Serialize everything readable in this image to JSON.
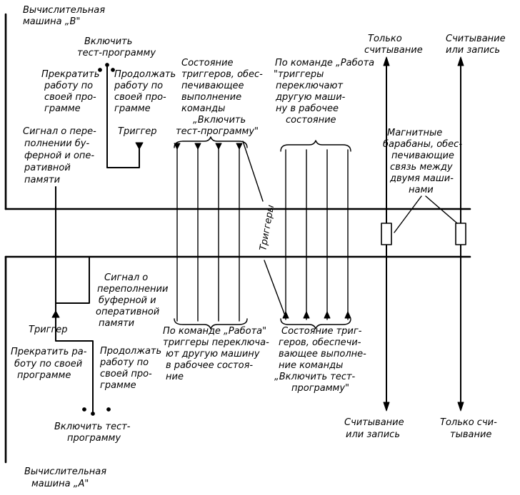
{
  "machine_b": {
    "label_line1": "Вычислительная",
    "label_line2": "машина „В\""
  },
  "machine_a": {
    "label_line1": "Вычислительная",
    "label_line2": "машина „А\""
  },
  "b_switch": {
    "enable_test": [
      "Включить",
      "тест-программу"
    ],
    "stop_own": [
      "Прекратить",
      "работу по",
      "своей про-",
      "грамме"
    ],
    "continue_own": [
      "Продолжать",
      "работу по",
      "своей про-",
      "грамме"
    ]
  },
  "b_trigger_label": "Триггер",
  "b_overflow_signal": [
    "Сигнал о пере-",
    "полнении бу-",
    "ферной и опе-",
    "ративной",
    "памяти"
  ],
  "b_trigger_states": [
    "Состояние",
    "триггеров, обес-",
    "печивающее",
    "выполнение",
    "команды",
    "„Включить",
    "тест-программу\""
  ],
  "b_switch_command": [
    "По команде „Работа",
    "\"триггеры",
    "переключают",
    "другую маши-",
    "ну в рабочее",
    "состояние"
  ],
  "read_only_top": [
    "Только",
    "считывание"
  ],
  "read_or_write_top": [
    "Считывание",
    "или запись"
  ],
  "magnetic_drums": [
    "Магнитные",
    "барабаны, обес-",
    "печивающие",
    "связь между",
    "двумя маши-",
    "нами"
  ],
  "triggers_vertical": "Триггеры",
  "a_overflow_signal": [
    "Сигнал о",
    "переполнении",
    "буферной и",
    "оперативной",
    "памяти"
  ],
  "a_trigger_label": "Триггер",
  "a_switch_command": [
    "По команде „Работа\"",
    "триггеры переключа-",
    "ют другую машину",
    "в рабочее состоя-",
    "ние"
  ],
  "a_trigger_states": [
    "Состояние триг-",
    "геров, обеспечи-",
    "вающее выполне-",
    "ние команды",
    "„Включить тест-",
    "программу\""
  ],
  "a_switch": {
    "stop_own": [
      "Прекратить ра-",
      "боту по своей",
      "программе"
    ],
    "continue_own": [
      "Продолжать",
      "работу по",
      "своей про-",
      "грамме"
    ],
    "enable_test": [
      "Включить тест-",
      "программу"
    ]
  },
  "read_or_write_bottom": [
    "Считывание",
    "или запись"
  ],
  "read_only_bottom": [
    "Только счи-",
    "тывание"
  ]
}
